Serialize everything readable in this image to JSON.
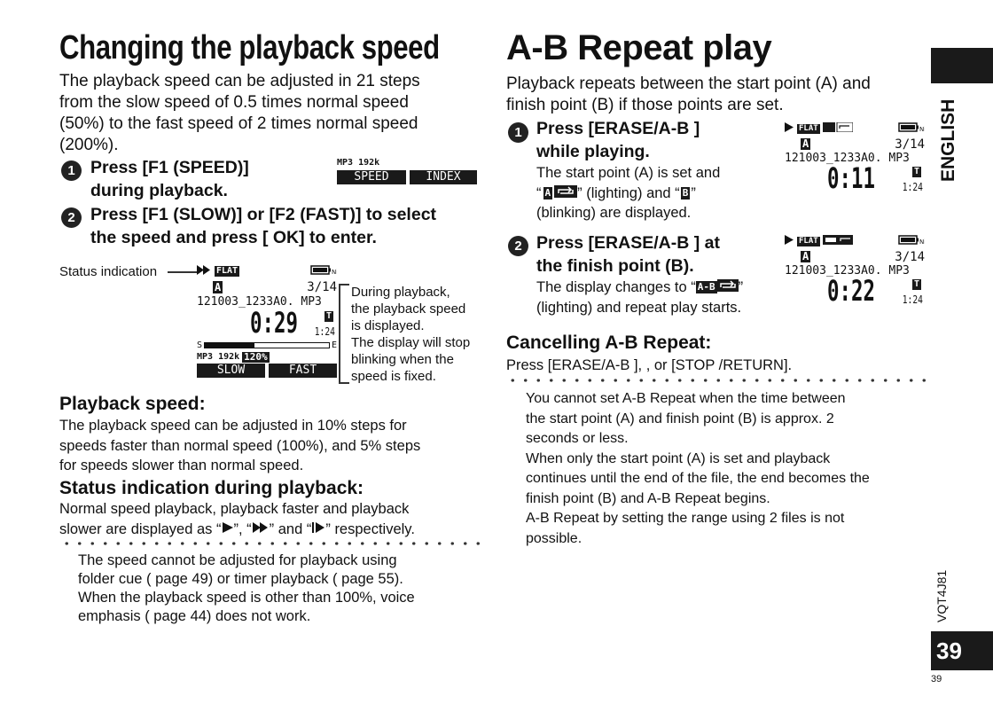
{
  "left": {
    "title": "Changing the playback speed",
    "intro": [
      "The playback speed can be adjusted in 21 steps",
      "from the slow speed of 0.5 times normal speed",
      "(50%) to the fast speed of 2 times normal speed",
      "(200%)."
    ],
    "step1": {
      "num": "1",
      "line1": "Press [F1 (SPEED)]",
      "line2": "during playback."
    },
    "step1_display": {
      "line1": "MP3 192k",
      "key1": "SPEED",
      "key2": "INDEX"
    },
    "step2": {
      "num": "2",
      "line1": "Press [F1 (SLOW)] or [F2 (FAST)] to select",
      "line2": "the speed and press [     OK] to enter."
    },
    "status_label": "Status indication",
    "display": {
      "badge": "FLAT",
      "mode": "A",
      "track": "3/14",
      "file": "121003_1233A0. MP3",
      "time": "0:29",
      "marker": "T",
      "remain": "1:24",
      "s": "S",
      "e": "E",
      "bitrate": "MP3 192k",
      "speed": "120%",
      "key1": "SLOW",
      "key2": "FAST"
    },
    "callout": [
      "During playback,",
      "the playback speed",
      "is displayed.",
      "The display will stop",
      "blinking when the",
      "speed is fixed."
    ],
    "speed_heading": "Playback speed:",
    "speed_text": [
      "The playback speed can be adjusted in 10% steps for",
      "speeds faster than normal speed (100%), and 5% steps",
      "for speeds slower than normal speed."
    ],
    "status_heading": "Status indication during playback:",
    "status_text": [
      "Normal speed playback, playback faster and playback",
      "slower are displayed as “",
      "”, “",
      "” and “",
      "” respectively."
    ],
    "notes": [
      "The speed cannot be adjusted for playback using",
      "folder cue (     page 49) or timer playback (     page 55).",
      "When the playback speed is other than 100%, voice",
      "emphasis (     page 44) does not work."
    ]
  },
  "right": {
    "title": "A-B Repeat play",
    "intro": [
      "Playback repeats between the start point (A) and",
      "finish point (B) if those points are set."
    ],
    "step1": {
      "num": "1",
      "line1": "Press [ERASE/A-B     ]",
      "line2": "while playing.",
      "sub": [
        "The start point (A) is set and",
        "“",
        "” (lighting) and “",
        "”",
        "(blinking) are displayed."
      ]
    },
    "display1": {
      "badge": "FLAT",
      "mode": "A",
      "track": "3/14",
      "file": "121003_1233A0. MP3",
      "time": "0:11",
      "marker": "T",
      "remain": "1:24"
    },
    "step2": {
      "num": "2",
      "line1": "Press [ERASE/A-B     ] at",
      "line2": "the finish point (B).",
      "sub": [
        "The display changes to “",
        "”",
        "(lighting) and repeat play starts."
      ]
    },
    "display2": {
      "badge": "FLAT",
      "mode": "A",
      "track": "3/14",
      "file": "121003_1233A0. MP3",
      "time": "0:22",
      "marker": "T",
      "remain": "1:24"
    },
    "icon_a": "A",
    "icon_b": "B",
    "icon_ab": "A-B",
    "cancel_heading": "Cancelling A-B Repeat:",
    "cancel_text": "Press [ERASE/A-B     ],          ,          or [STOP     /RETURN].",
    "notes": [
      "You cannot set A-B Repeat when the time between",
      "the start point (A) and finish point (B) is approx. 2",
      "seconds or less.",
      "When only the start point (A) is set and playback",
      "continues until the end of the file, the end becomes the",
      "finish point (B) and A-B Repeat begins.",
      "A-B Repeat by setting the range using 2 files is not",
      "possible."
    ]
  },
  "margin": {
    "language": "ENGLISH",
    "model": "VQT4J81",
    "page_big": "39",
    "page_small": "39"
  }
}
